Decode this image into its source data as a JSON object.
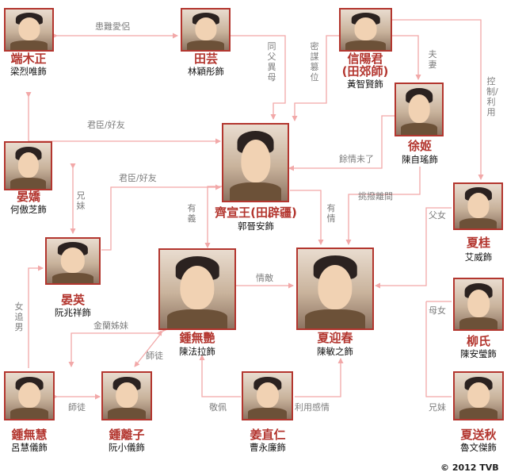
{
  "colors": {
    "name_red": "#b3362f",
    "line_pink": "#f2a8a8",
    "relation_gray": "#7d7d7d"
  },
  "characters": {
    "duanmu": {
      "name": "端木正",
      "actor": "梁烈唯飾"
    },
    "tianyun": {
      "name": "田芸",
      "actor": "林穎彤飾"
    },
    "xinyang": {
      "name": "信陽君",
      "name2": "(田郊師)",
      "actor": "黃智賢飾"
    },
    "xuji": {
      "name": "徐姬",
      "actor": "陳自瑤飾"
    },
    "yanjiao": {
      "name": "晏嬌",
      "actor": "何傲芝飾"
    },
    "qixuan": {
      "name": "齊宣王(田辟疆)",
      "actor": "郭晉安飾"
    },
    "xiagui": {
      "name": "夏桂",
      "actor": "艾威飾"
    },
    "yanying": {
      "name": "晏英",
      "actor": "阮兆祥飾"
    },
    "zhongwuyan": {
      "name": "鍾無艷",
      "actor": "陳法拉飾"
    },
    "xiayingchun": {
      "name": "夏迎春",
      "actor": "陳敏之飾"
    },
    "liushi": {
      "name": "柳氏",
      "actor": "陳安瑩飾"
    },
    "zhongwuhui": {
      "name": "鍾無慧",
      "actor": "呂慧儀飾"
    },
    "zhonglizi": {
      "name": "鍾離子",
      "actor": "阮小儀飾"
    },
    "jiangzhiren": {
      "name": "姜直仁",
      "actor": "曹永廉飾"
    },
    "xiasongqiu": {
      "name": "夏送秋",
      "actor": "魯文傑飾"
    }
  },
  "relations": {
    "duanmu_tianyun": "患難愛侶",
    "tianyun_qixuan": "同父異母",
    "xinyang_qixuan": "密謀篡位",
    "xinyang_xuji": "夫妻",
    "xinyang_xiagui": "控制/利用",
    "duanmu_qixuan": "君臣/好友",
    "xuji_qixuan": "餘情未了",
    "yanjiao_yanying": "兄妹",
    "yanying_qixuan": "君臣/好友",
    "xuji_xiayingchun": "挑撥離間",
    "qixuan_zhongwuyan": "有義",
    "qixuan_xiayingchun": "有情",
    "xiagui_xiayingchun": "父女",
    "zhongwuyan_xiayingchun": "情敵",
    "zhongwuhui_yanying": "女追男",
    "zhongwuyan_zhongwuhui": "金蘭姊妹",
    "liushi_xiayingchun": "母女",
    "zhongwuyan_zhonglizi": "師徒",
    "zhongwuhui_zhonglizi": "師徒",
    "jiangzhiren_zhongwuyan": "敬佩",
    "jiangzhiren_xiayingchun": "利用感情",
    "xiasongqiu_xiayingchun": "兄妹"
  },
  "copyright": "© 2012 TVB"
}
